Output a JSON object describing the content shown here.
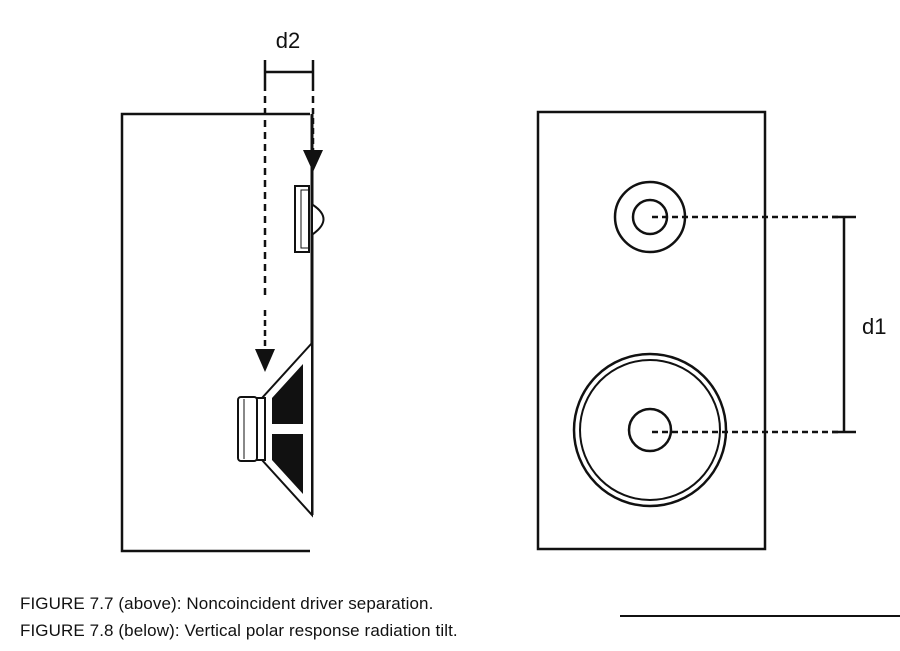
{
  "labels": {
    "d2": "d2",
    "d1": "d1"
  },
  "captions": [
    {
      "figure": "FIGURE 7.7",
      "text": " (above): Noncoincident driver separation."
    },
    {
      "figure": "FIGURE 7.8",
      "text": " (below): Vertical polar response radiation tilt."
    }
  ]
}
